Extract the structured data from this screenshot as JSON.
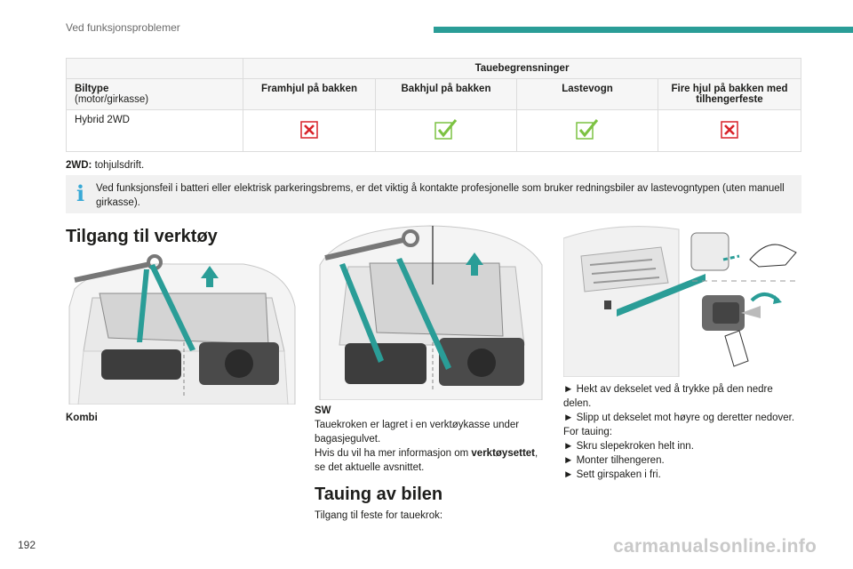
{
  "header": {
    "section": "Ved funksjonsproblemer"
  },
  "table": {
    "group_header": "Tauebegrensninger",
    "row_header_title": "Biltype",
    "row_header_sub": "(motor/girkasse)",
    "columns": [
      "Framhjul på bakken",
      "Bakhjul på bakken",
      "Lastevogn",
      "Fire hjul på bakken med tilhengerfeste"
    ],
    "rows": [
      {
        "label": "Hybrid 2WD",
        "values": [
          "no",
          "yes",
          "yes",
          "no"
        ]
      }
    ],
    "colors": {
      "no": "#d8232a",
      "yes": "#7cc242"
    }
  },
  "note": {
    "term": "2WD:",
    "text": " tohjulsdrift."
  },
  "info": {
    "text": "Ved funksjonsfeil i batteri eller elektrisk parkeringsbrems, er det viktig å kontakte profesjonelle som bruker redningsbiler av lastevogntypen (uten manuell girkasse)."
  },
  "section1": {
    "title": "Tilgang til verktøy",
    "kombi_label": "Kombi",
    "sw_label": "SW",
    "sw_text1": "Tauekroken er lagret i en verktøykasse under bagasjegulvet.",
    "sw_text2": "Hvis du vil ha mer informasjon om ",
    "sw_link": "verktøysettet",
    "sw_text3": ", se det aktuelle avsnittet."
  },
  "section2": {
    "title": "Tauing av bilen",
    "intro": "Tilgang til feste for tauekrok:",
    "steps": [
      "► Hekt av dekselet ved å trykke på den nedre delen.",
      "► Slipp ut dekselet mot høyre og deretter nedover.",
      "For tauing:",
      "► Skru slepekroken helt inn.",
      "► Monter tilhengeren.",
      "► Sett girspaken i fri."
    ]
  },
  "footer": {
    "page": "192",
    "watermark": "carmanualsonline.info"
  },
  "accent": "#2a9d97"
}
